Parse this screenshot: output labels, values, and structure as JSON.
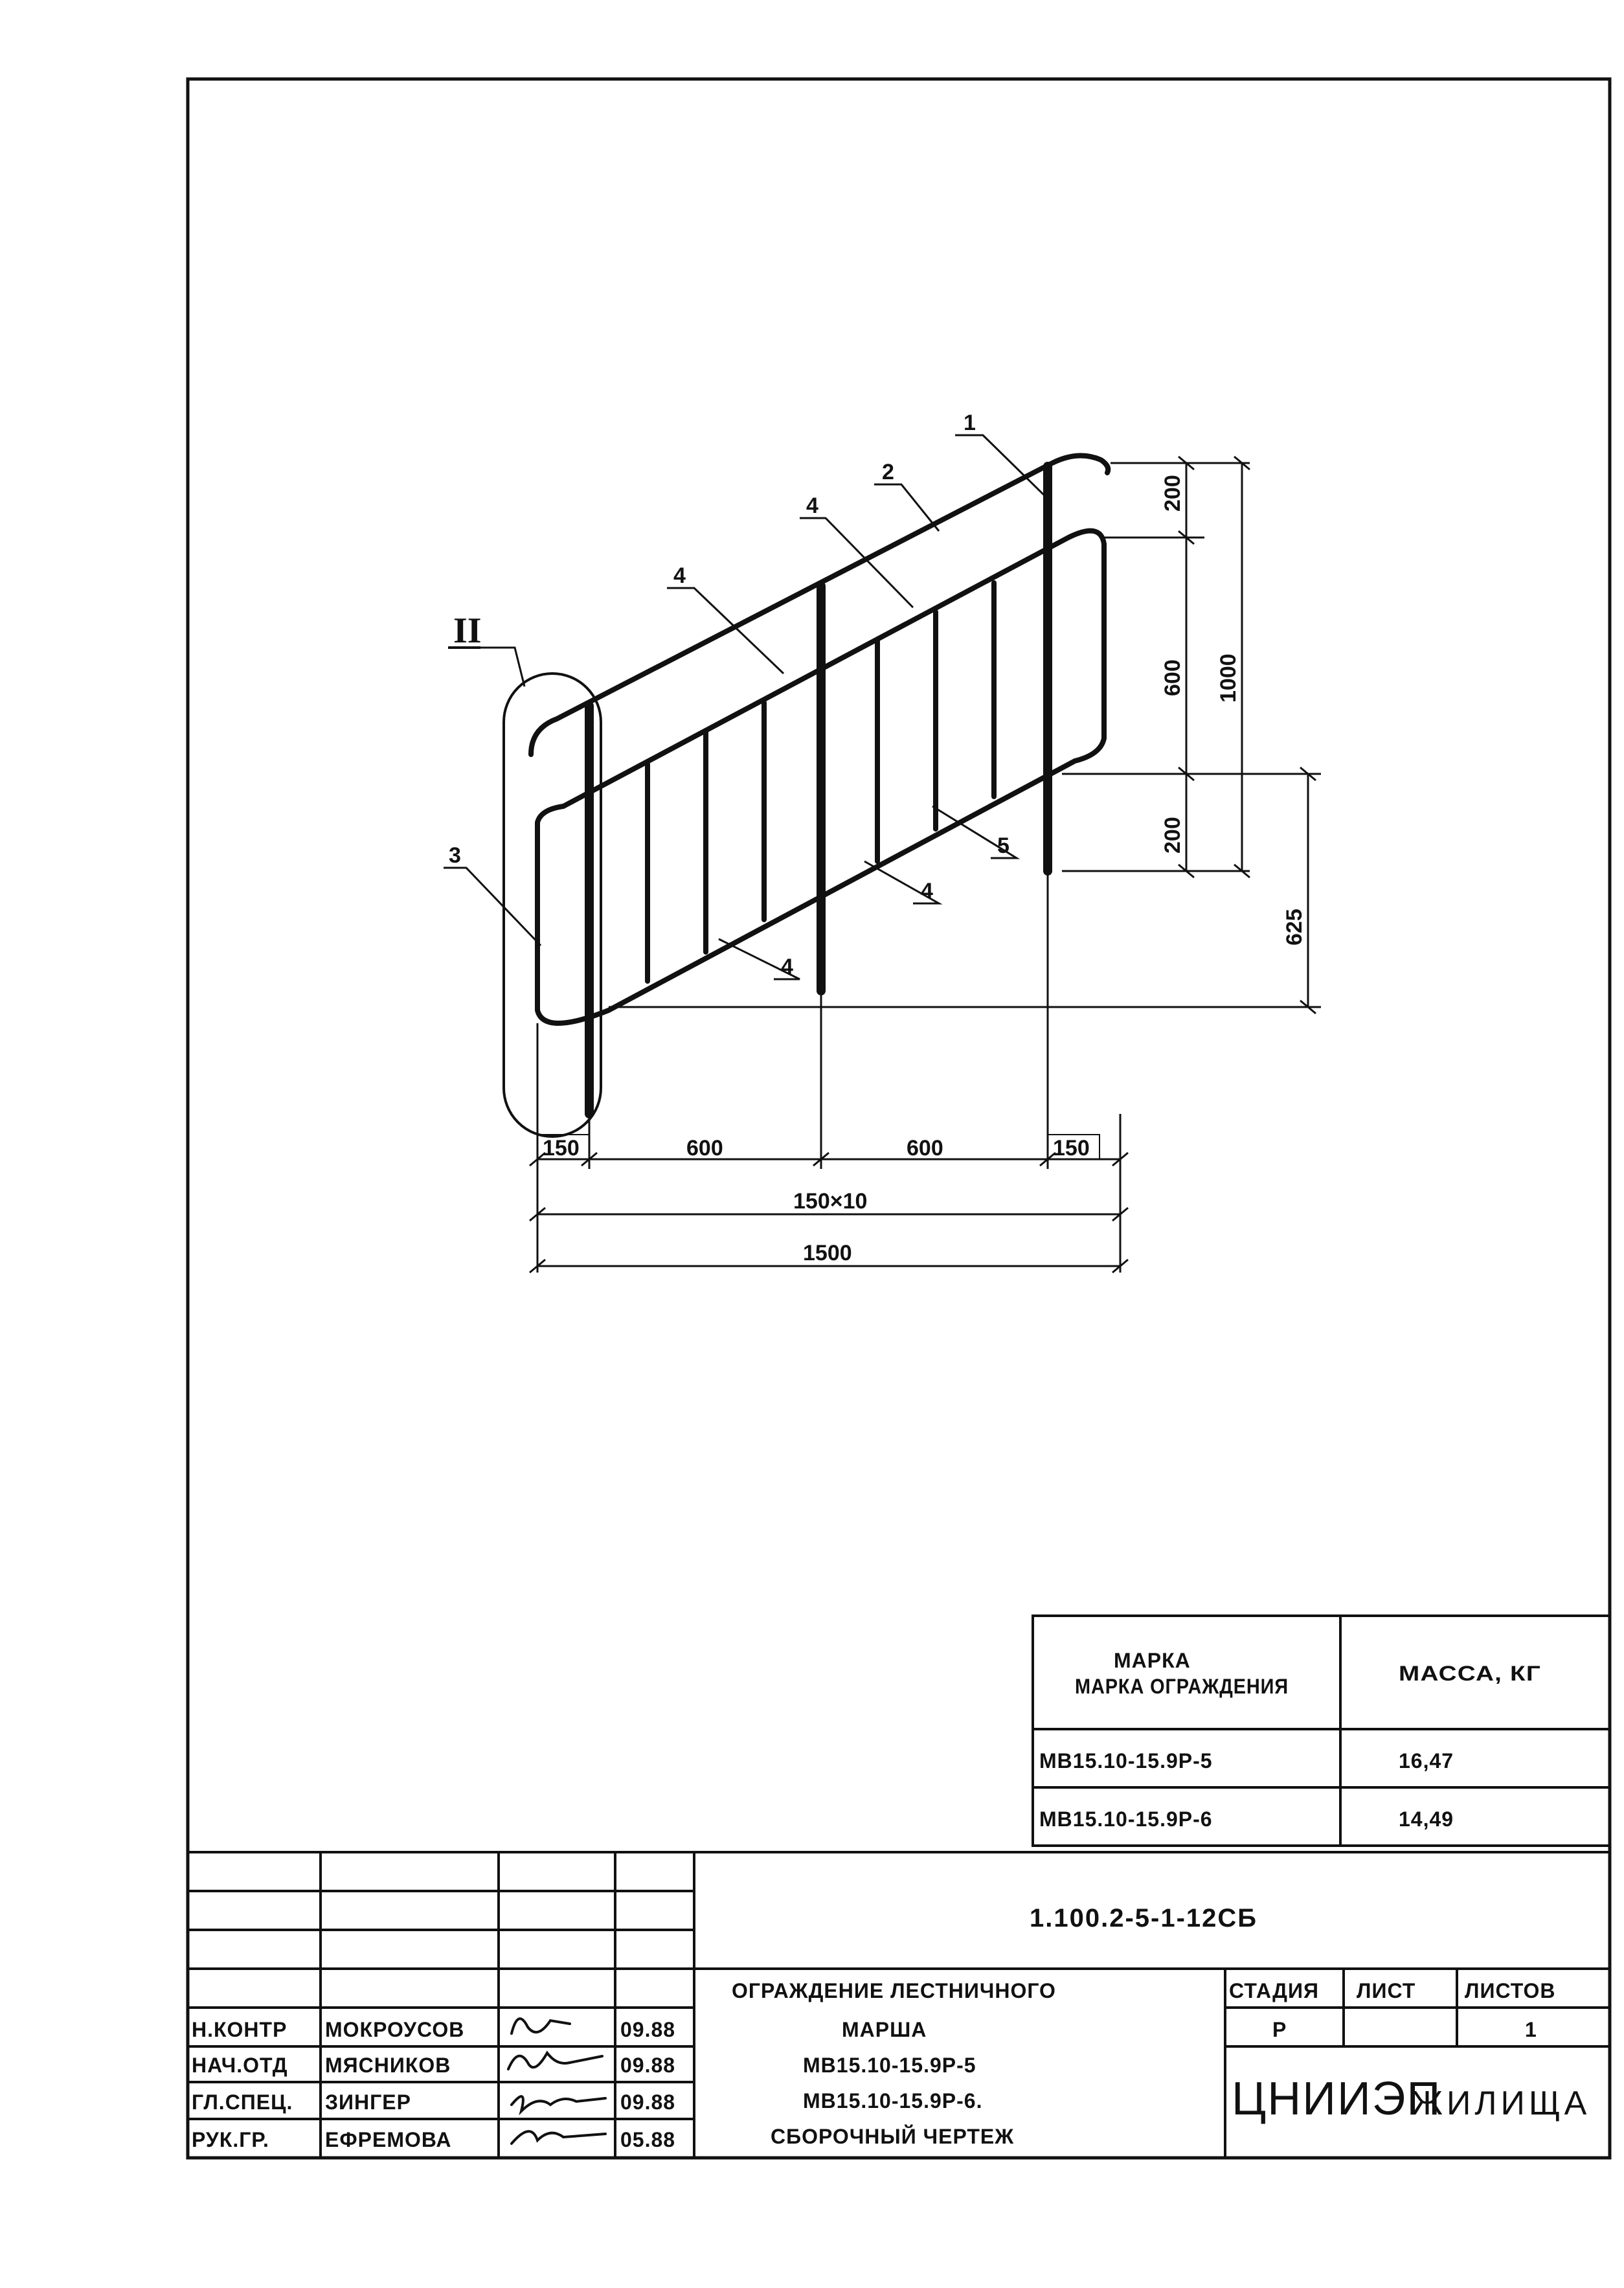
{
  "drawing": {
    "callouts": [
      "1",
      "2",
      "3",
      "4",
      "4",
      "4",
      "4",
      "5"
    ],
    "view_mark": "II",
    "dims_vertical": [
      "200",
      "600",
      "200",
      "1000",
      "625"
    ],
    "dims_horizontal": [
      "150",
      "600",
      "600",
      "150"
    ],
    "dim_step": "150×10",
    "dim_total": "1500"
  },
  "mass_table": {
    "headers": [
      "МАРКА ОГРАЖДЕНИЯ",
      "МАССА, КГ"
    ],
    "rows": [
      {
        "mark": "МВ15.10-15.9Р-5",
        "mass": "16,47"
      },
      {
        "mark": "МВ15.10-15.9Р-6",
        "mass": "14,49"
      }
    ]
  },
  "title_block": {
    "doc_code": "1.100.2-5-1-12СБ",
    "title_lines": [
      "ОГРАЖДЕНИЕ ЛЕСТНИЧНОГО",
      "МАРША",
      "МВ15.10-15.9Р-5",
      "МВ15.10-15.9Р-6.",
      "СБОРОЧНЫЙ ЧЕРТЕЖ"
    ],
    "stage_headers": [
      "СТАДИЯ",
      "ЛИСТ",
      "ЛИСТОВ"
    ],
    "stage_values": [
      "Р",
      "",
      "1"
    ],
    "org": "ЦНИИЭП",
    "org_suffix": "ЖИЛИЩА",
    "signatures": [
      {
        "role": "Н.КОНТР",
        "name": "МОКРОУСОВ",
        "date": "09.88"
      },
      {
        "role": "НАЧ.ОТД",
        "name": "МЯСНИКОВ",
        "date": "09.88"
      },
      {
        "role": "ГЛ.СПЕЦ.",
        "name": "ЗИНГЕР",
        "date": "09.88"
      },
      {
        "role": "РУК.ГР.",
        "name": "ЕФРЕМОВА",
        "date": "05.88"
      }
    ]
  }
}
